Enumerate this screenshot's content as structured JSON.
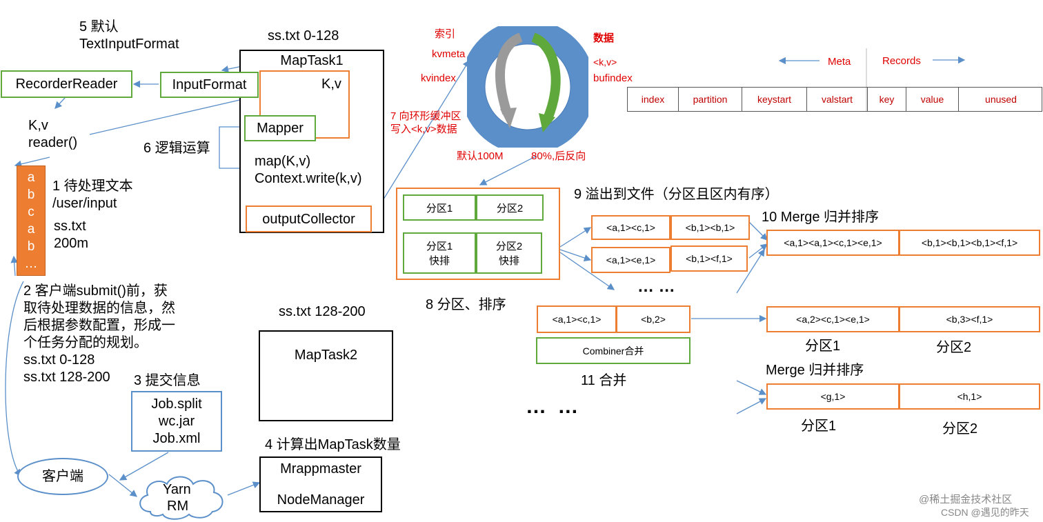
{
  "step5": {
    "line1": "5 默认",
    "line2": "TextInputFormat"
  },
  "split1": "ss.txt 0-128",
  "maptask1": "MapTask1",
  "recorder_reader": "RecorderReader",
  "input_format": "InputFormat",
  "kv_top": "K,v",
  "mapper": "Mapper",
  "kv_reader": {
    "line1": "K,v",
    "line2": "reader()"
  },
  "step6": "6 逻辑运算",
  "map_call": "map(K,v)",
  "context_write": "Context.write(k,v)",
  "output_collector": "outputCollector",
  "input_letters": [
    "a",
    "b",
    "c",
    "a",
    "b",
    "…"
  ],
  "step1": {
    "line1": "1 待处理文本",
    "line2": "/user/input",
    "line3": "ss.txt",
    "line4": "200m"
  },
  "step2": {
    "l1": "2 客户端submit()前，获",
    "l2": "取待处理数据的信息，然",
    "l3": "后根据参数配置，形成一",
    "l4": "个任务分配的规划。",
    "l5": "ss.txt  0-128",
    "l6": "ss.txt  128-200"
  },
  "step3": "3 提交信息",
  "job_files": [
    "Job.split",
    "wc.jar",
    "Job.xml"
  ],
  "client": "客户端",
  "yarn": {
    "line1": "Yarn",
    "line2": "RM"
  },
  "split2": "ss.txt 128-200",
  "maptask2": "MapTask2",
  "step4": "4 计算出MapTask数量",
  "mrappmaster": "Mrappmaster",
  "nodemanager": "NodeManager",
  "ring": {
    "index_label": "索引",
    "kvmeta": "kvmeta",
    "kvindex": "kvindex",
    "data_label": "数据",
    "kv": "<k,v>",
    "bufindex": "bufindex",
    "default_size": "默认100M",
    "spill_percent": "80%,后反向"
  },
  "step7": {
    "line1": "7 向环形缓冲区",
    "line2": "写入<k,v>数据"
  },
  "meta_label": "Meta",
  "records_label": "Records",
  "meta_table": [
    "index",
    "partition",
    "keystart",
    "valstart",
    "key",
    "value",
    "unused"
  ],
  "partitions": {
    "p1": "分区1",
    "p2": "分区2",
    "p1_sort": [
      "分区1",
      "快排"
    ],
    "p2_sort": [
      "分区2",
      "快排"
    ]
  },
  "step8": "8 分区、排序",
  "step9": "9 溢出到文件（分区且区内有序）",
  "spill1": [
    "<a,1><c,1>",
    "<b,1><b,1>"
  ],
  "spill2": [
    "<a,1><e,1>",
    "<b,1><f,1>"
  ],
  "dots1": "… …",
  "step10": "10 Merge 归并排序",
  "merged": [
    "<a,1><a,1><c,1><e,1>",
    "<b,1><b,1><b,1><f,1>"
  ],
  "combine_row": [
    "<a,1><c,1>",
    "<b,2>"
  ],
  "combiner": "Combiner合并",
  "step11": "11 合并",
  "combined": [
    "<a,2><c,1><e,1>",
    "<b,3><f,1>"
  ],
  "part_labels_1": [
    "分区1",
    "分区2"
  ],
  "merge2": "Merge 归并排序",
  "final_row": [
    "<g,1>",
    "<h,1>"
  ],
  "part_labels_2": [
    "分区1",
    "分区2"
  ],
  "dots2": "… …",
  "watermark": {
    "line1": "@稀土掘金技术社区",
    "line2": "CSDN @遇见的昨天"
  },
  "colors": {
    "green": "#5fa83c",
    "orange": "#ed7d31",
    "blue": "#5b8fc9",
    "red": "#e00000"
  }
}
